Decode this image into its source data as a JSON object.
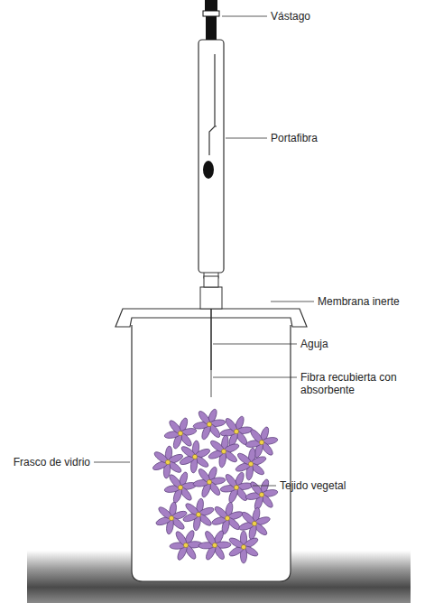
{
  "diagram": {
    "labels": [
      "Vástago",
      "Portafibra",
      "Membrana inerte",
      "Aguja",
      "Fibra recubierta con absorbente",
      "Frasco de vidrio",
      "Tejido vegetal"
    ]
  }
}
